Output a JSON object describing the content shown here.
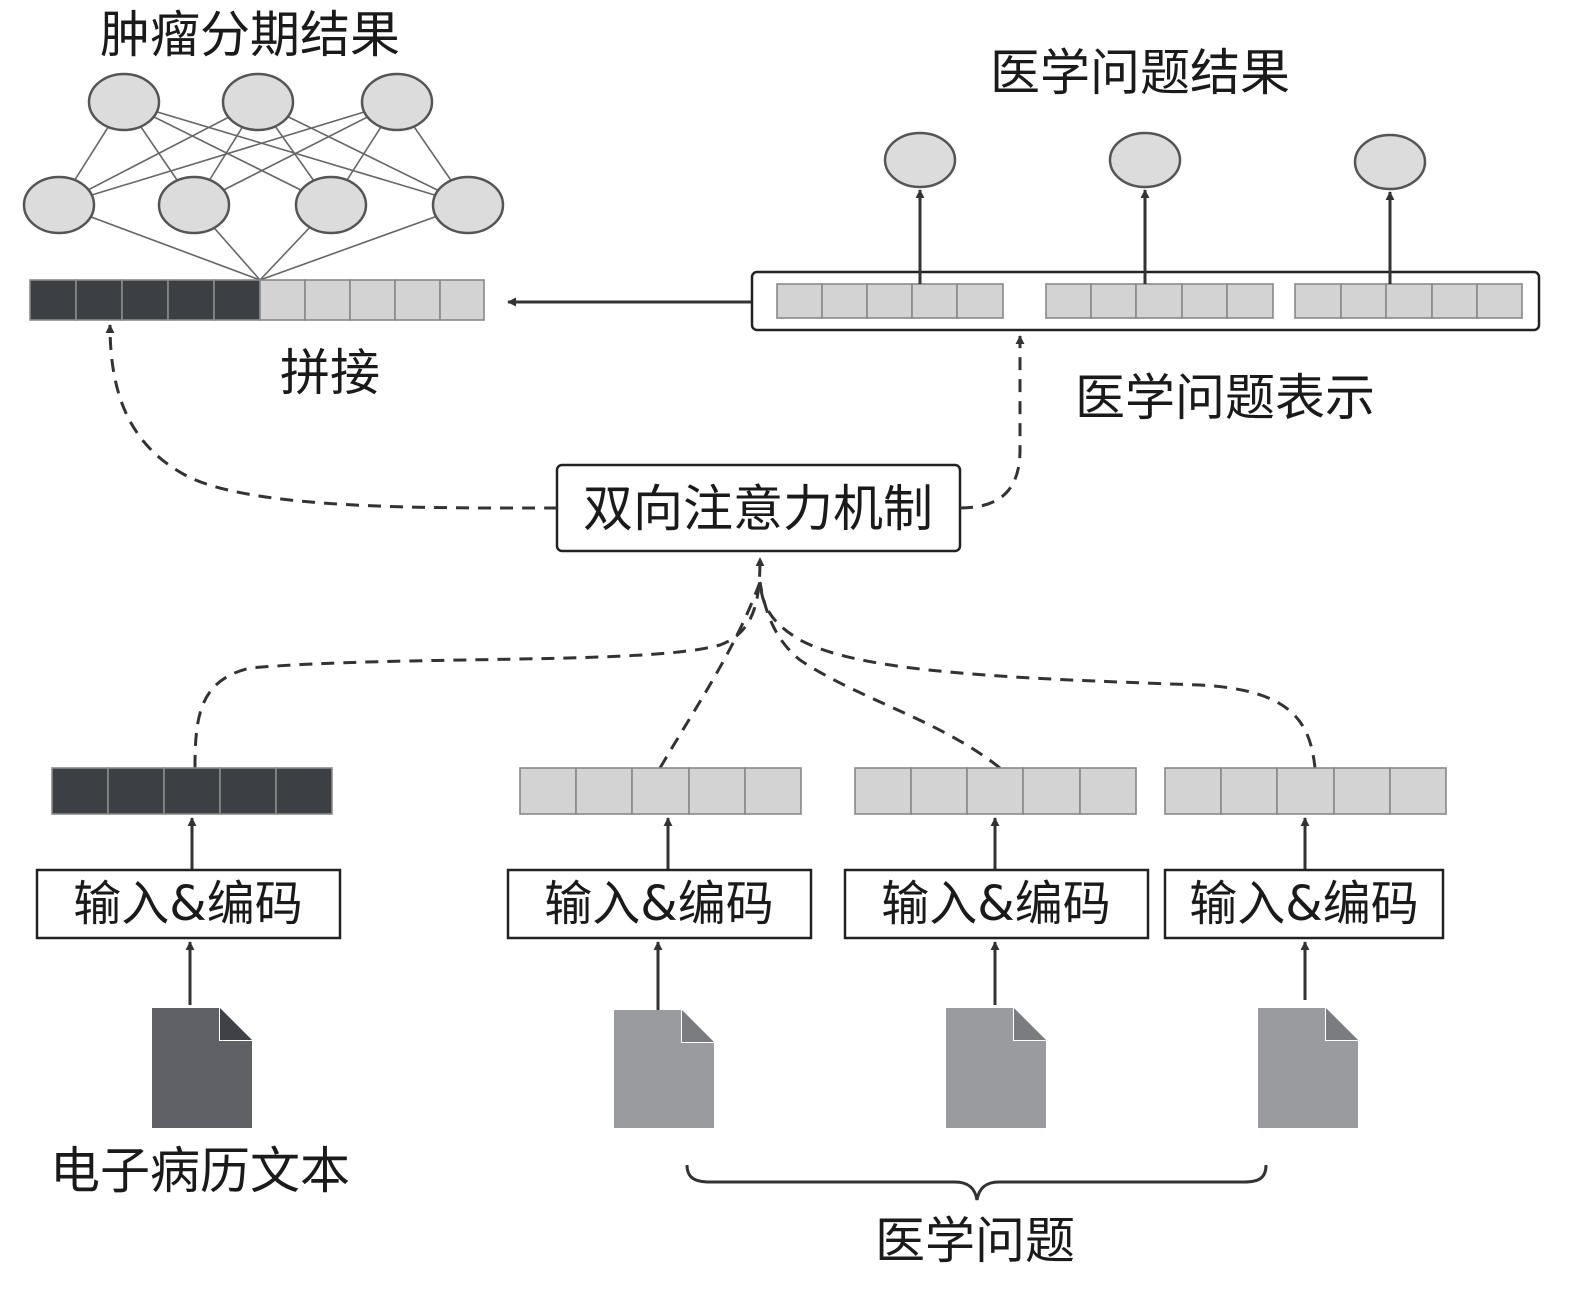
{
  "labels": {
    "staging_result": "肿瘤分期结果",
    "question_result": "医学问题结果",
    "concat": "拼接",
    "question_repr": "医学问题表示",
    "attention": "双向注意力机制",
    "input_encode": "输入&编码",
    "emr_text": "电子病历文本",
    "medical_question": "医学问题"
  },
  "colors": {
    "dark_cell": "#3c3f44",
    "light_cell": "#d3d3d3",
    "node_fill": "#dcdcdc",
    "dark_doc": "#5f6166",
    "light_doc": "#999b9e"
  }
}
